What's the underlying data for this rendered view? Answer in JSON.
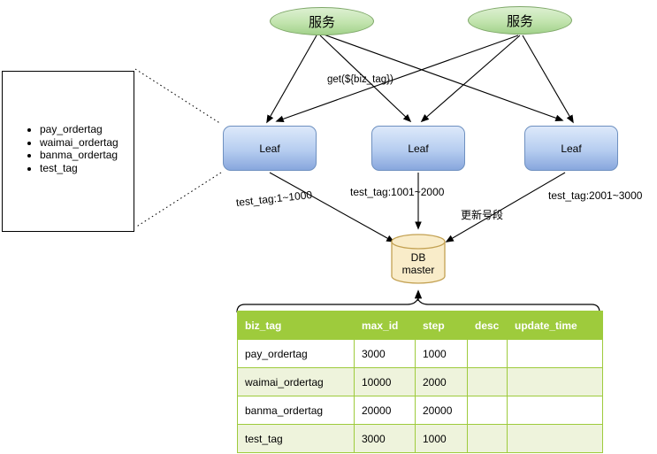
{
  "diagram": {
    "services": [
      {
        "label": "服务"
      },
      {
        "label": "服务"
      }
    ],
    "leaf_nodes": [
      {
        "label": "Leaf"
      },
      {
        "label": "Leaf"
      },
      {
        "label": "Leaf"
      }
    ],
    "db": {
      "line1": "DB",
      "line2": "master"
    },
    "detail_box": {
      "items": [
        "pay_ordertag",
        "waimai_ordertag",
        "banma_ordertag",
        "test_tag"
      ]
    },
    "edge_labels": {
      "get_call": "get(${biz_tag})",
      "leaf1_range": "test_tag:1~1000",
      "leaf2_range": "test_tag:1001~2000",
      "leaf3_range": "test_tag:2001~3000",
      "update_segment": "更新号段"
    },
    "colors": {
      "service_fill": "#a2d28b",
      "service_border": "#7ea768",
      "leaf_fill": "#88a7dd",
      "leaf_border": "#6e90c0",
      "db_fill": "#f9ecc9",
      "db_border": "#c3a152",
      "table_header_bg": "#9ecb3c",
      "table_alt_row_bg": "#eef3dc",
      "line": "#000000"
    }
  },
  "table": {
    "headers": [
      "biz_tag",
      "max_id",
      "step",
      "desc",
      "update_time"
    ],
    "rows": [
      [
        "pay_ordertag",
        "3000",
        "1000",
        "",
        ""
      ],
      [
        "waimai_ordertag",
        "10000",
        "2000",
        "",
        ""
      ],
      [
        "banma_ordertag",
        "20000",
        "20000",
        "",
        ""
      ],
      [
        "test_tag",
        "3000",
        "1000",
        "",
        ""
      ]
    ]
  }
}
